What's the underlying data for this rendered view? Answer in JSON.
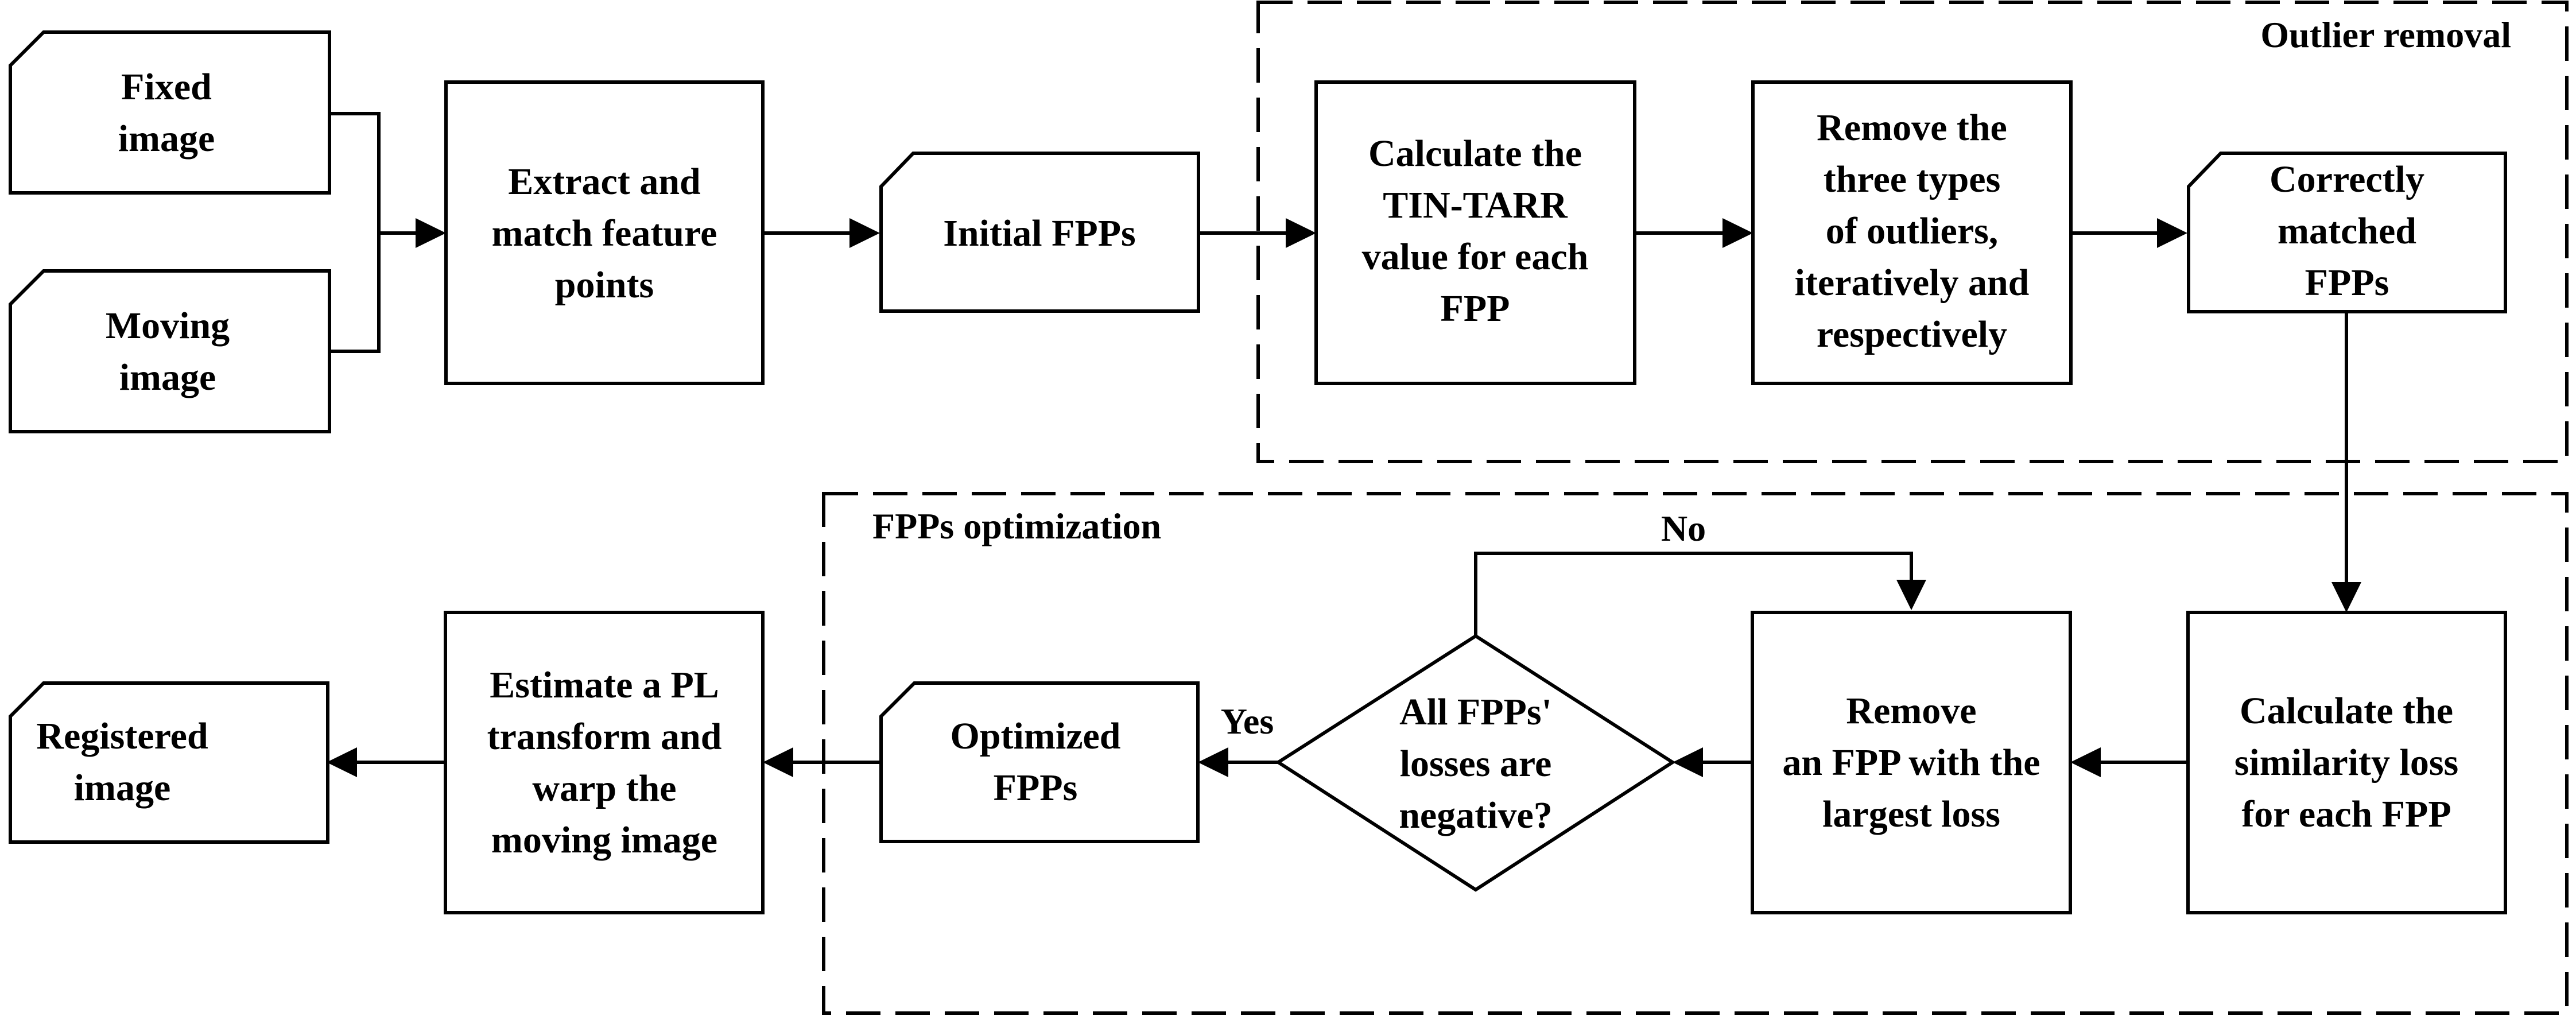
{
  "groups": {
    "outlier_removal": {
      "title": "Outlier removal"
    },
    "fpps_optimization": {
      "title": "FPPs optimization"
    }
  },
  "nodes": {
    "fixed_image": {
      "lines": [
        "Fixed",
        "image"
      ],
      "shape": "card"
    },
    "moving_image": {
      "lines": [
        "Moving",
        "image"
      ],
      "shape": "card"
    },
    "extract": {
      "lines": [
        "Extract and",
        "match feature",
        "points"
      ],
      "shape": "process"
    },
    "initial_fpps": {
      "lines": [
        "Initial FPPs"
      ],
      "shape": "card"
    },
    "calc_tin": {
      "lines": [
        "Calculate the",
        "TIN-TARR",
        "value for each",
        "FPP"
      ],
      "shape": "process"
    },
    "remove_outliers": {
      "lines": [
        "Remove the",
        "three types",
        "of outliers,",
        "iteratively and",
        "respectively"
      ],
      "shape": "process"
    },
    "correct_fpps": {
      "lines": [
        "Correctly",
        "matched",
        "FPPs"
      ],
      "shape": "card"
    },
    "calc_sim": {
      "lines": [
        "Calculate the",
        "similarity loss",
        "for each FPP"
      ],
      "shape": "process"
    },
    "remove_fpp": {
      "lines": [
        "Remove",
        "an FPP with the",
        "largest loss"
      ],
      "shape": "process"
    },
    "decision": {
      "lines": [
        "All FPPs'",
        "losses are",
        "negative?"
      ],
      "shape": "decision"
    },
    "optimized_fpps": {
      "lines": [
        "Optimized",
        "FPPs"
      ],
      "shape": "card"
    },
    "estimate": {
      "lines": [
        "Estimate a PL",
        "transform and",
        "warp the",
        "moving image"
      ],
      "shape": "process"
    },
    "registered": {
      "lines": [
        "Registered",
        "image"
      ],
      "shape": "card"
    }
  },
  "edges": [
    {
      "from": "fixed_image",
      "to": "extract"
    },
    {
      "from": "moving_image",
      "to": "extract"
    },
    {
      "from": "extract",
      "to": "initial_fpps"
    },
    {
      "from": "initial_fpps",
      "to": "calc_tin"
    },
    {
      "from": "calc_tin",
      "to": "remove_outliers"
    },
    {
      "from": "remove_outliers",
      "to": "correct_fpps"
    },
    {
      "from": "correct_fpps",
      "to": "calc_sim"
    },
    {
      "from": "calc_sim",
      "to": "remove_fpp"
    },
    {
      "from": "remove_fpp",
      "to": "decision"
    },
    {
      "from": "decision",
      "to": "remove_fpp",
      "label": "No"
    },
    {
      "from": "decision",
      "to": "optimized_fpps",
      "label": "Yes"
    },
    {
      "from": "optimized_fpps",
      "to": "estimate"
    },
    {
      "from": "estimate",
      "to": "registered"
    }
  ]
}
